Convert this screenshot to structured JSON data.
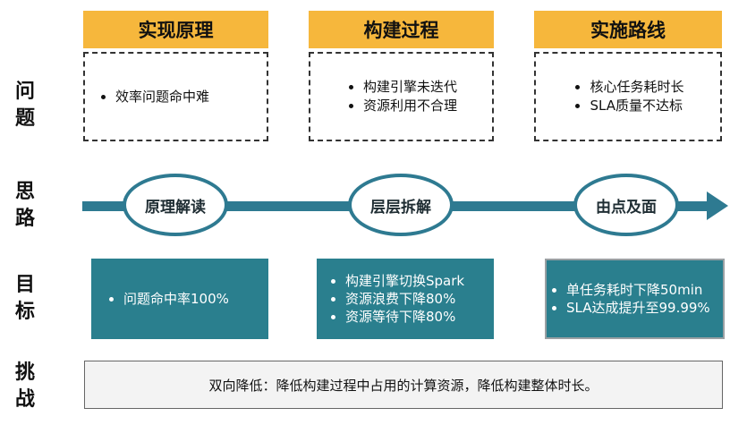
{
  "row_labels": {
    "problem": [
      "问",
      "题"
    ],
    "approach": [
      "思",
      "路"
    ],
    "goal": [
      "目",
      "标"
    ],
    "challenge": [
      "挑",
      "战"
    ]
  },
  "columns": [
    {
      "header": "实现原理",
      "problems": [
        "效率问题命中难"
      ],
      "approach": "原理解读",
      "goals": [
        "问题命中率100%"
      ]
    },
    {
      "header": "构建过程",
      "problems": [
        "构建引擎未迭代",
        "资源利用不合理"
      ],
      "approach": "层层拆解",
      "goals": [
        "构建引擎切换Spark",
        "资源浪费下降80%",
        "资源等待下降80%"
      ]
    },
    {
      "header": "实施路线",
      "problems": [
        "核心任务耗时长",
        "SLA质量不达标"
      ],
      "approach": "由点及面",
      "goals": [
        "单任务耗时下降50min",
        "SLA达成提升至99.99%"
      ]
    }
  ],
  "challenge": "双向降低：降低构建过程中占用的计算资源，降低构建整体时长。",
  "colors": {
    "header_bg": "#f6b73c",
    "arrow": "#2e7a91",
    "goal_bg": "#2a7f8e",
    "challenge_bg": "#f3f3f3"
  }
}
